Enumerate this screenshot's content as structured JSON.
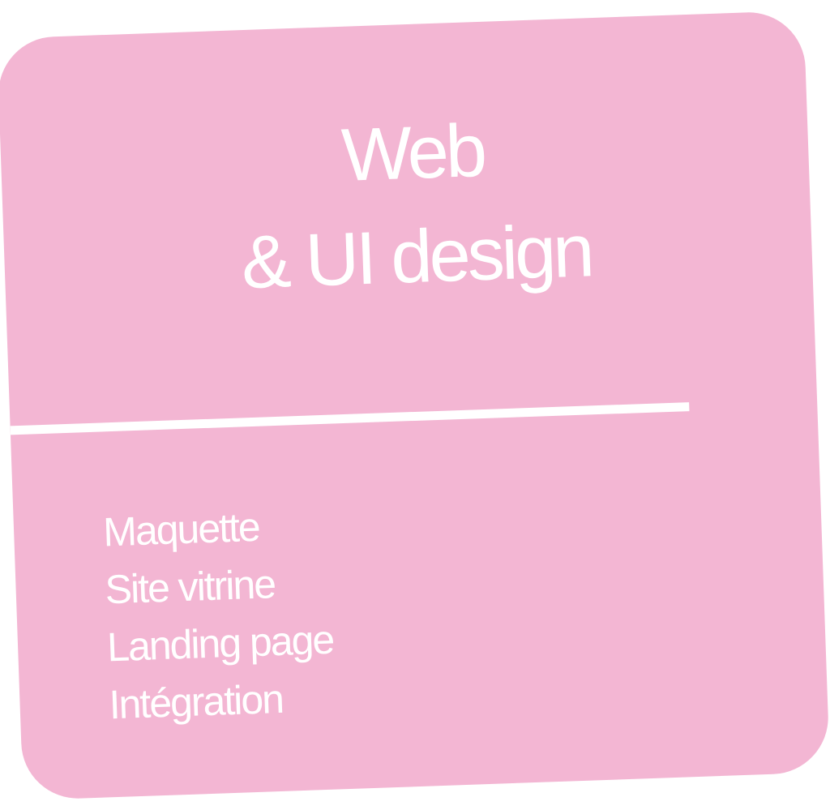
{
  "card": {
    "background_color": "#F3B6D3",
    "text_color": "#FFFFFF",
    "rotation_deg": -2,
    "title": {
      "line1": "Web",
      "line2": "& UI design"
    },
    "services": [
      "Maquette",
      "Site vitrine",
      "Landing page",
      "Intégration"
    ]
  }
}
